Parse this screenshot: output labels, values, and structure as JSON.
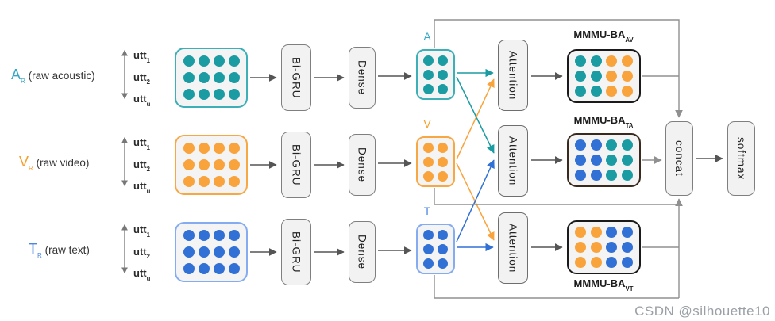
{
  "colors": {
    "acoustic_dot": "#1B9CA3",
    "acoustic_border": "#3CAFB7",
    "acoustic_label": "#38A8C6",
    "video_dot": "#F9A33C",
    "video_border": "#F7A845",
    "video_label": "#F6A02C",
    "text_dot": "#3170D5",
    "text_border": "#85ACF1",
    "text_label": "#4C86E0",
    "line_gray": "#909090",
    "arrow_dark": "#555555",
    "box_bg": "#F2F2F2",
    "box_border": "#7F7F7F"
  },
  "modalities": [
    {
      "letter": "A",
      "sub": "R",
      "desc": "(raw acoustic)",
      "unimodal_letter": "A",
      "utts": [
        {
          "base": "utt",
          "sub": "1"
        },
        {
          "base": "utt",
          "sub": "2"
        },
        {
          "base": "utt",
          "sub": "u"
        }
      ]
    },
    {
      "letter": "V",
      "sub": "R",
      "desc": "(raw video)",
      "unimodal_letter": "V",
      "utts": [
        {
          "base": "utt",
          "sub": "1"
        },
        {
          "base": "utt",
          "sub": "2"
        },
        {
          "base": "utt",
          "sub": "u"
        }
      ]
    },
    {
      "letter": "T",
      "sub": "R",
      "desc": "(raw text)",
      "unimodal_letter": "T",
      "utts": [
        {
          "base": "utt",
          "sub": "1"
        },
        {
          "base": "utt",
          "sub": "2"
        },
        {
          "base": "utt",
          "sub": "u"
        }
      ]
    }
  ],
  "stages": {
    "bigru": "Bi-GRU",
    "dense": "Dense",
    "attention": "Attention",
    "concat": "concat",
    "softmax": "softmax"
  },
  "fusion": [
    {
      "label_base": "MMMU-BA",
      "label_sub": "AV",
      "border": "#1A1A1A"
    },
    {
      "label_base": "MMMU-BA",
      "label_sub": "TA",
      "border": "#3A2A1E"
    },
    {
      "label_base": "MMMU-BA",
      "label_sub": "VT",
      "border": "#1A1A1A"
    }
  ],
  "grids": {
    "input_0": {
      "cols": 4,
      "rows": 3,
      "column_colors": [
        "acoustic_dot",
        "acoustic_dot",
        "acoustic_dot",
        "acoustic_dot"
      ]
    },
    "input_1": {
      "cols": 4,
      "rows": 3,
      "column_colors": [
        "video_dot",
        "video_dot",
        "video_dot",
        "video_dot"
      ]
    },
    "input_2": {
      "cols": 4,
      "rows": 3,
      "column_colors": [
        "text_dot",
        "text_dot",
        "text_dot",
        "text_dot"
      ]
    },
    "uni_0": {
      "cols": 2,
      "rows": 3,
      "column_colors": [
        "acoustic_dot",
        "acoustic_dot"
      ]
    },
    "uni_1": {
      "cols": 2,
      "rows": 3,
      "column_colors": [
        "video_dot",
        "video_dot"
      ]
    },
    "uni_2": {
      "cols": 2,
      "rows": 3,
      "column_colors": [
        "text_dot",
        "text_dot"
      ]
    },
    "fusion_0": {
      "cols": 4,
      "rows": 3,
      "column_colors": [
        "acoustic_dot",
        "acoustic_dot",
        "video_dot",
        "video_dot"
      ]
    },
    "fusion_1": {
      "cols": 4,
      "rows": 3,
      "column_colors": [
        "text_dot",
        "text_dot",
        "acoustic_dot",
        "acoustic_dot"
      ]
    },
    "fusion_2": {
      "cols": 4,
      "rows": 3,
      "column_colors": [
        "video_dot",
        "video_dot",
        "text_dot",
        "text_dot"
      ]
    }
  },
  "watermark": "CSDN @silhouette10"
}
